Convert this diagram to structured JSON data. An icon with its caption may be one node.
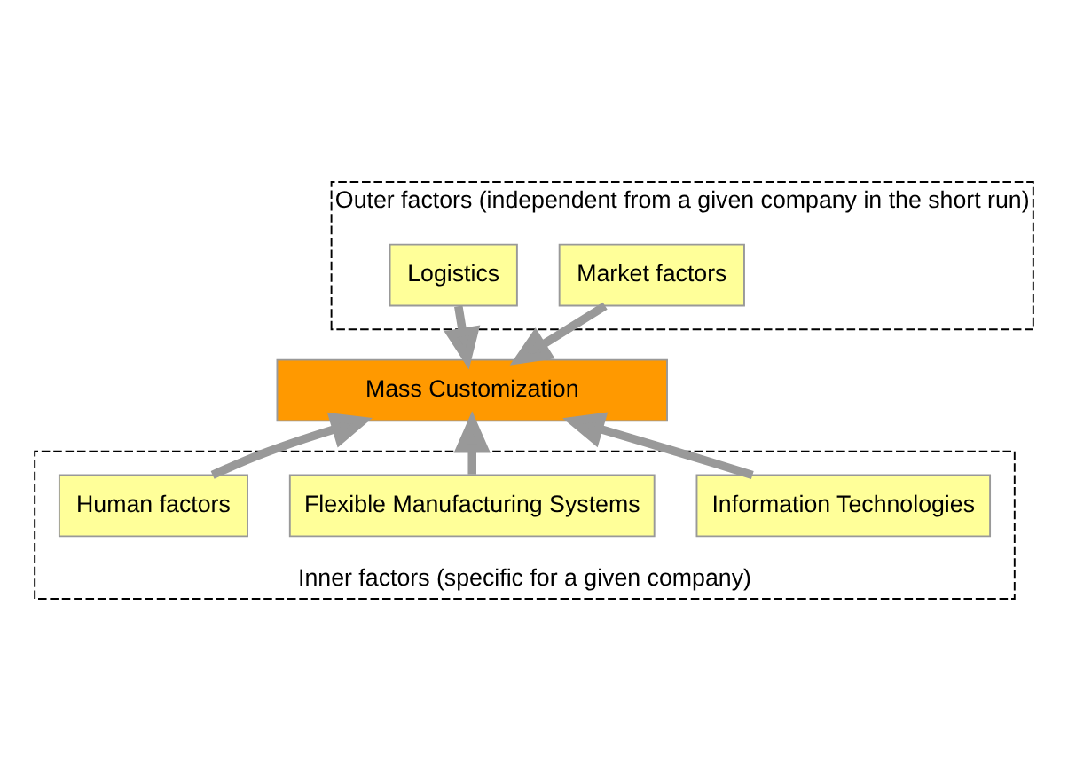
{
  "diagram": {
    "nodes": [
      {
        "text": [
          "Outer factors (independent from a given company in the short run)"
        ]
      },
      {
        "text": [
          "Market factors"
        ],
        "in": 0
      },
      {
        "text": [
          "Logistics"
        ],
        "in": 0
      },
      {
        "text": [
          "Mass Customization"
        ]
      },
      {
        "text": [
          "Inner factors (specific for a given company)"
        ]
      },
      {
        "text": [
          "Information Technologies"
        ],
        "in": 4
      },
      {
        "text": [
          "Flexible Manufacturing Systems"
        ],
        "in": 4
      },
      {
        "text": [
          "Human factors"
        ],
        "in": 4
      }
    ],
    "edges": [
      {
        "from": 1,
        "to": 3,
        "arrow": "to"
      },
      {
        "from": 2,
        "to": 3,
        "arrow": "to"
      },
      {
        "from": 5,
        "to": 3,
        "arrow": "to"
      },
      {
        "from": 6,
        "to": 3,
        "arrow": "to"
      },
      {
        "from": 7,
        "to": 3,
        "arrow": "to"
      }
    ]
  }
}
